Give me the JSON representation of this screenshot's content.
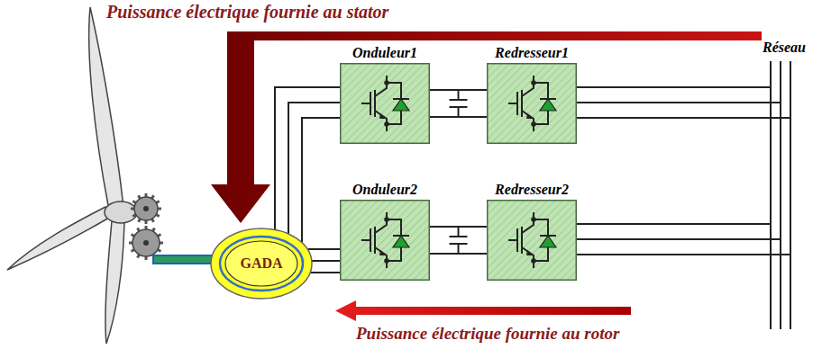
{
  "diagram": {
    "nodes": [
      {
        "text": [
          "GADA"
        ]
      },
      {
        "text": [
          "Onduleur1"
        ]
      },
      {
        "text": [
          "Redresseur1"
        ]
      },
      {
        "text": [
          "Onduleur2"
        ]
      },
      {
        "text": [
          "Redresseur2"
        ]
      }
    ],
    "edges": [
      {
        "from": 0,
        "to": 1,
        "arrow": "none"
      },
      {
        "from": 1,
        "to": 2,
        "arrow": "none"
      },
      {
        "from": 0,
        "to": 3,
        "arrow": "none"
      },
      {
        "from": 3,
        "to": 4,
        "arrow": "none"
      }
    ],
    "labels": [
      "Puissance électrique fournie au stator",
      "Réseau",
      "Puissance électrique fournie au rotor"
    ]
  }
}
